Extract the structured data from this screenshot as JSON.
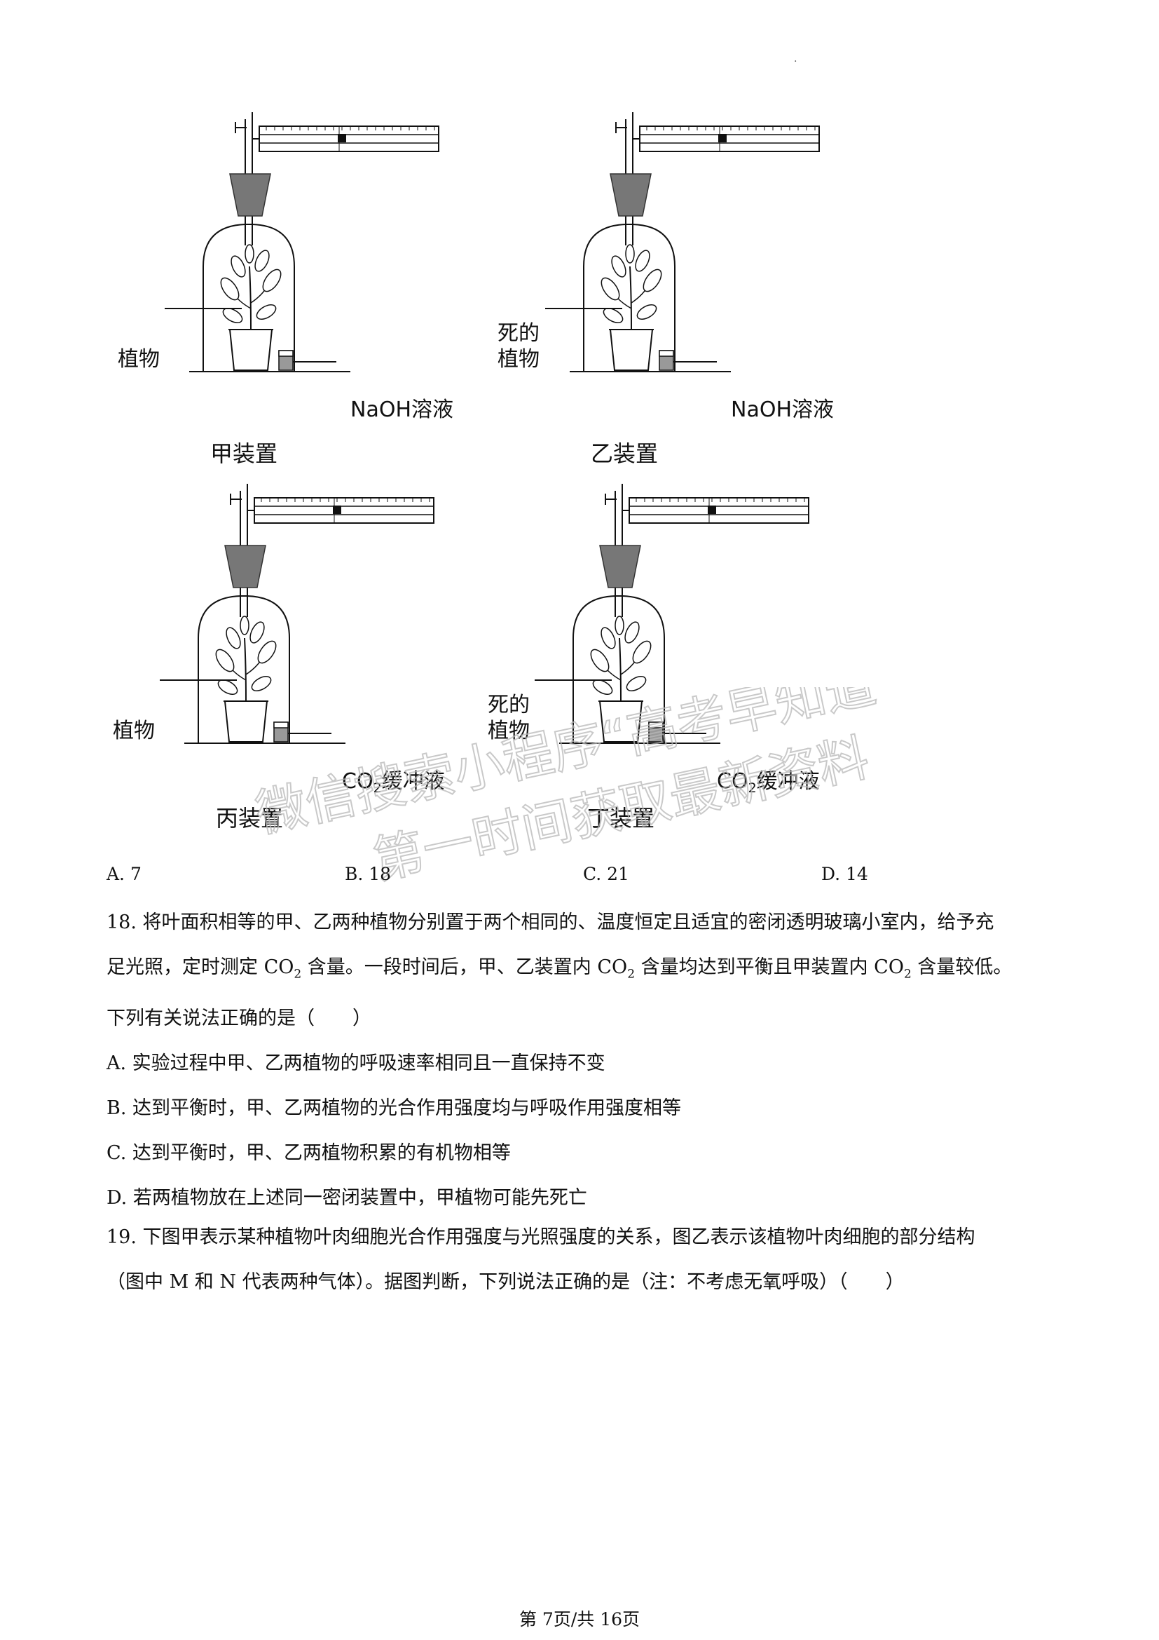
{
  "figure": {
    "labels": {
      "plant": "植物",
      "dead_plant_line1": "死的",
      "dead_plant_line2": "植物",
      "naoh_solution": "NaOH溶液",
      "co2_buffer_prefix": "CO",
      "co2_buffer_sub": "2",
      "co2_buffer_suffix": "缓冲液"
    },
    "captions": {
      "jia": "甲装置",
      "yi": "乙装置",
      "bing": "丙装置",
      "ding": "丁装置"
    }
  },
  "q17_options": {
    "a": "A. 7",
    "b": "B. 18",
    "c": "C. 21",
    "d": "D. 14"
  },
  "q18": {
    "stem_line1": "18. 将叶面积相等的甲、乙两种植物分别置于两个相同的、温度恒定且适宜的密闭透明玻璃小室内，给予充",
    "stem_line2_a": "足光照，定时测定 CO",
    "stem_line2_b": " 含量。一段时间后，甲、乙装置内 CO",
    "stem_line2_c": " 含量均达到平衡且甲装置内 CO",
    "stem_line2_d": " 含量较低。",
    "sub2": "2",
    "stem_line3": "下列有关说法正确的是（　　）",
    "options": {
      "a": "A. 实验过程中甲、乙两植物的呼吸速率相同且一直保持不变",
      "b": "B. 达到平衡时，甲、乙两植物的光合作用强度均与呼吸作用强度相等",
      "c": "C. 达到平衡时，甲、乙两植物积累的有机物相等",
      "d": "D. 若两植物放在上述同一密闭装置中，甲植物可能先死亡"
    }
  },
  "q19": {
    "stem_line1": "19. 下图甲表示某种植物叶肉细胞光合作用强度与光照强度的关系，图乙表示该植物叶肉细胞的部分结构",
    "stem_line2": "（图中 M 和 N 代表两种气体）。据图判断，下列说法正确的是（注：不考虑无氧呼吸）（　　）"
  },
  "watermark": {
    "line1": "微信搜索小程序“高考早知道”",
    "line2": "第一时间获取最新资料"
  },
  "footer": {
    "page_text": "第 7页/共 16页"
  }
}
